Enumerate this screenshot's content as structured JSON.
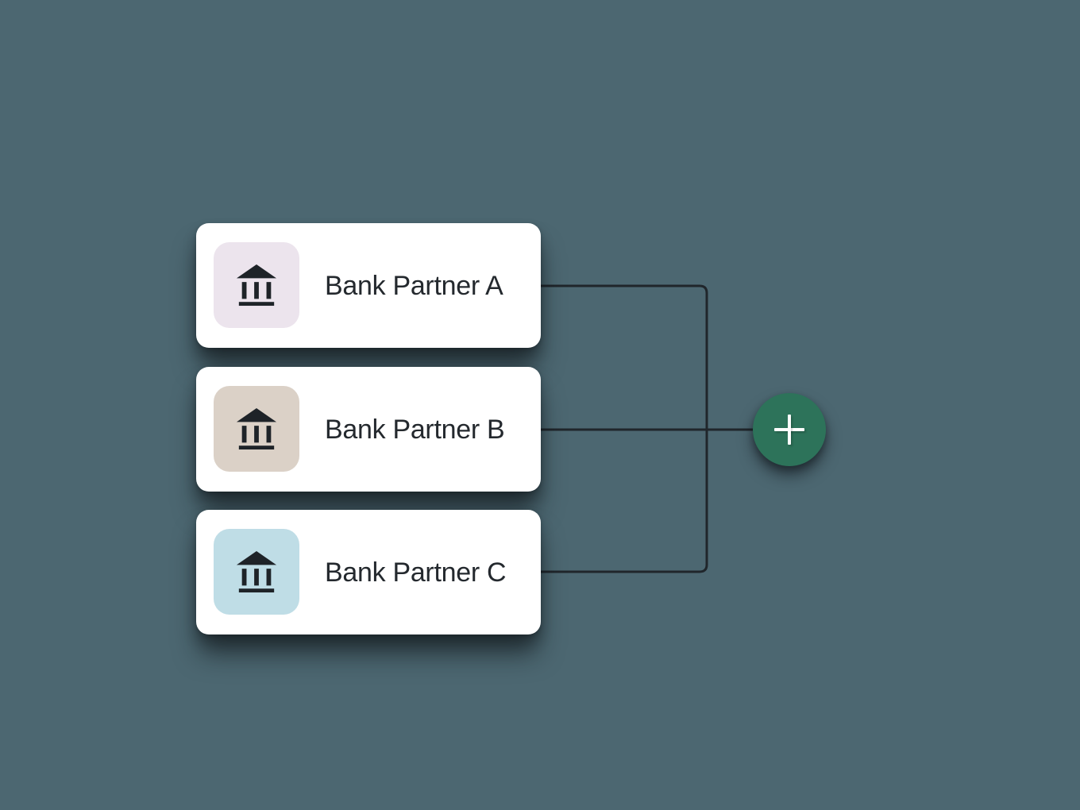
{
  "colors": {
    "background": "#4c6771",
    "card": "#ffffff",
    "connector": "#20262b",
    "text": "#24292e",
    "bank_glyph": "#1e2328",
    "hub": "#2d735a",
    "plus": "#ffffff"
  },
  "nodes": [
    {
      "label": "Bank Partner A",
      "icon": "bank-icon",
      "tile_color": "#ece4ed"
    },
    {
      "label": "Bank Partner B",
      "icon": "bank-icon",
      "tile_color": "#dbd1c7"
    },
    {
      "label": "Bank Partner C",
      "icon": "bank-icon",
      "tile_color": "#bfdde6"
    }
  ],
  "hub": {
    "icon": "plus-icon",
    "color": "#2d735a"
  }
}
